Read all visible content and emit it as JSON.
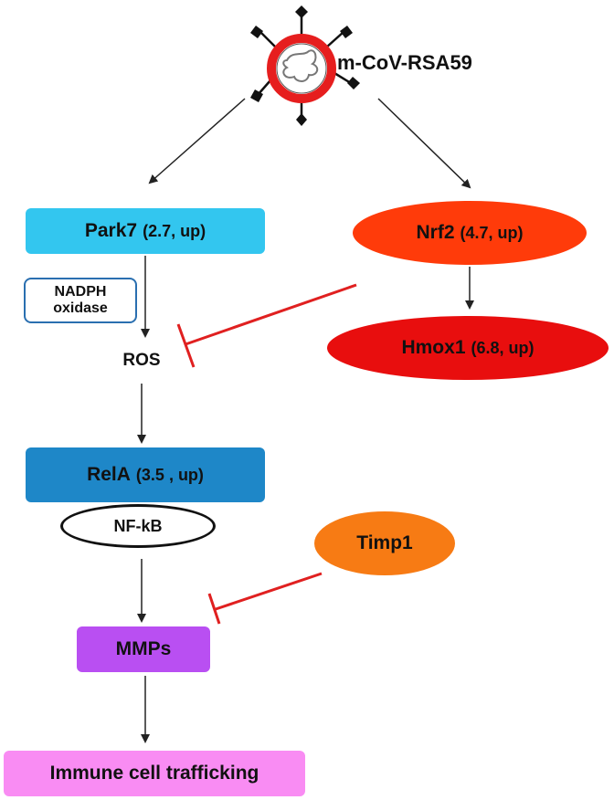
{
  "virus": {
    "label": "m-CoV-RSA59",
    "icon": "coronavirus-icon",
    "colors": {
      "envelope": "#e61e1e",
      "spike": "#111111"
    }
  },
  "nodes": {
    "park7": {
      "name": "Park7",
      "detail": "(2.7, up)",
      "color": "#33c6ef"
    },
    "nadph": {
      "line1": "NADPH",
      "line2": "oxidase",
      "border": "#2a6fb0"
    },
    "ros": {
      "name": "ROS"
    },
    "rela": {
      "name": "RelA",
      "detail": "(3.5 , up)",
      "color": "#1e87c8"
    },
    "nfkb": {
      "name": "NF-kB"
    },
    "mmps": {
      "name": "MMPs",
      "color": "#b94ff2"
    },
    "immune": {
      "name": "Immune cell trafficking",
      "color": "#f98cf3"
    },
    "nrf2": {
      "name": "Nrf2",
      "detail": "(4.7, up)",
      "color": "#ff3b0a"
    },
    "hmox1": {
      "name": "Hmox1",
      "detail": "(6.8, up)",
      "color": "#e80e0e"
    },
    "timp1": {
      "name": "Timp1",
      "color": "#f77b14"
    }
  },
  "edge_colors": {
    "activation": "#222222",
    "inhibition": "#e02020"
  }
}
